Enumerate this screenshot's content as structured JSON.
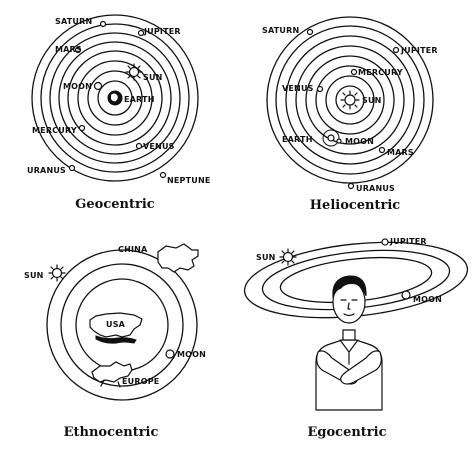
{
  "panels": {
    "geocentric": {
      "caption": "Geocentric",
      "labels": {
        "saturn": "SATURN",
        "jupiter": "JUPITER",
        "mars": "MARS",
        "sun": "SUN",
        "moon": "MOON",
        "earth": "EARTH",
        "mercury": "MERCURY",
        "venus": "VENUS",
        "uranus": "URANUS",
        "neptune": "NEPTUNE"
      }
    },
    "heliocentric": {
      "caption": "Heliocentric",
      "labels": {
        "saturn": "SATURN",
        "jupiter": "JUPITER",
        "mercury": "MERCURY",
        "venus": "VENUS",
        "sun": "SUN",
        "earth": "EARTH",
        "moon": "MOON",
        "mars": "MARS",
        "uranus": "URANUS"
      }
    },
    "ethnocentric": {
      "caption": "Ethnocentric",
      "labels": {
        "china": "CHINA",
        "sun": "SUN",
        "usa": "USA",
        "moon": "MOON",
        "europe": "EUROPE"
      }
    },
    "egocentric": {
      "caption": "Egocentric",
      "labels": {
        "sun": "SUN",
        "jupiter": "JUPITER",
        "moon": "MOON"
      }
    }
  }
}
